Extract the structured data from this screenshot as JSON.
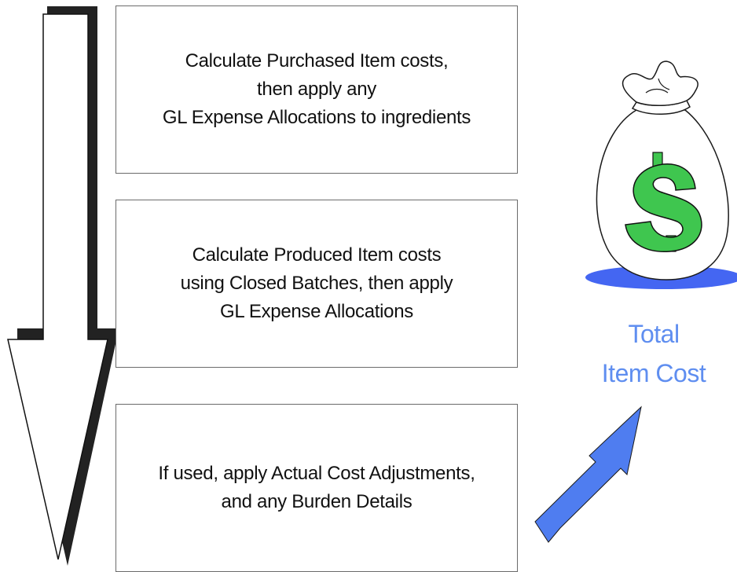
{
  "steps": [
    {
      "text": "Calculate Purchased Item costs,\nthen apply any\nGL Expense Allocations to ingredients"
    },
    {
      "text": "Calculate Produced Item costs\nusing Closed Batches, then apply\nGL Expense Allocations"
    },
    {
      "text": "If used, apply Actual Cost Adjustments,\nand any Burden Details"
    }
  ],
  "result_label": "Total\nItem Cost",
  "icons": {
    "flow_arrow": "down-arrow-icon",
    "money_bag": "money-bag-icon",
    "dollar": "dollar-sign-icon",
    "result_arrow": "up-right-arrow-icon"
  },
  "colors": {
    "result_text": "#5f8ef0",
    "blue_arrow": "#4f7df0",
    "dollar_green": "#3fc64f",
    "bag_base": "#4466f2",
    "outline": "#1a1a1a"
  }
}
